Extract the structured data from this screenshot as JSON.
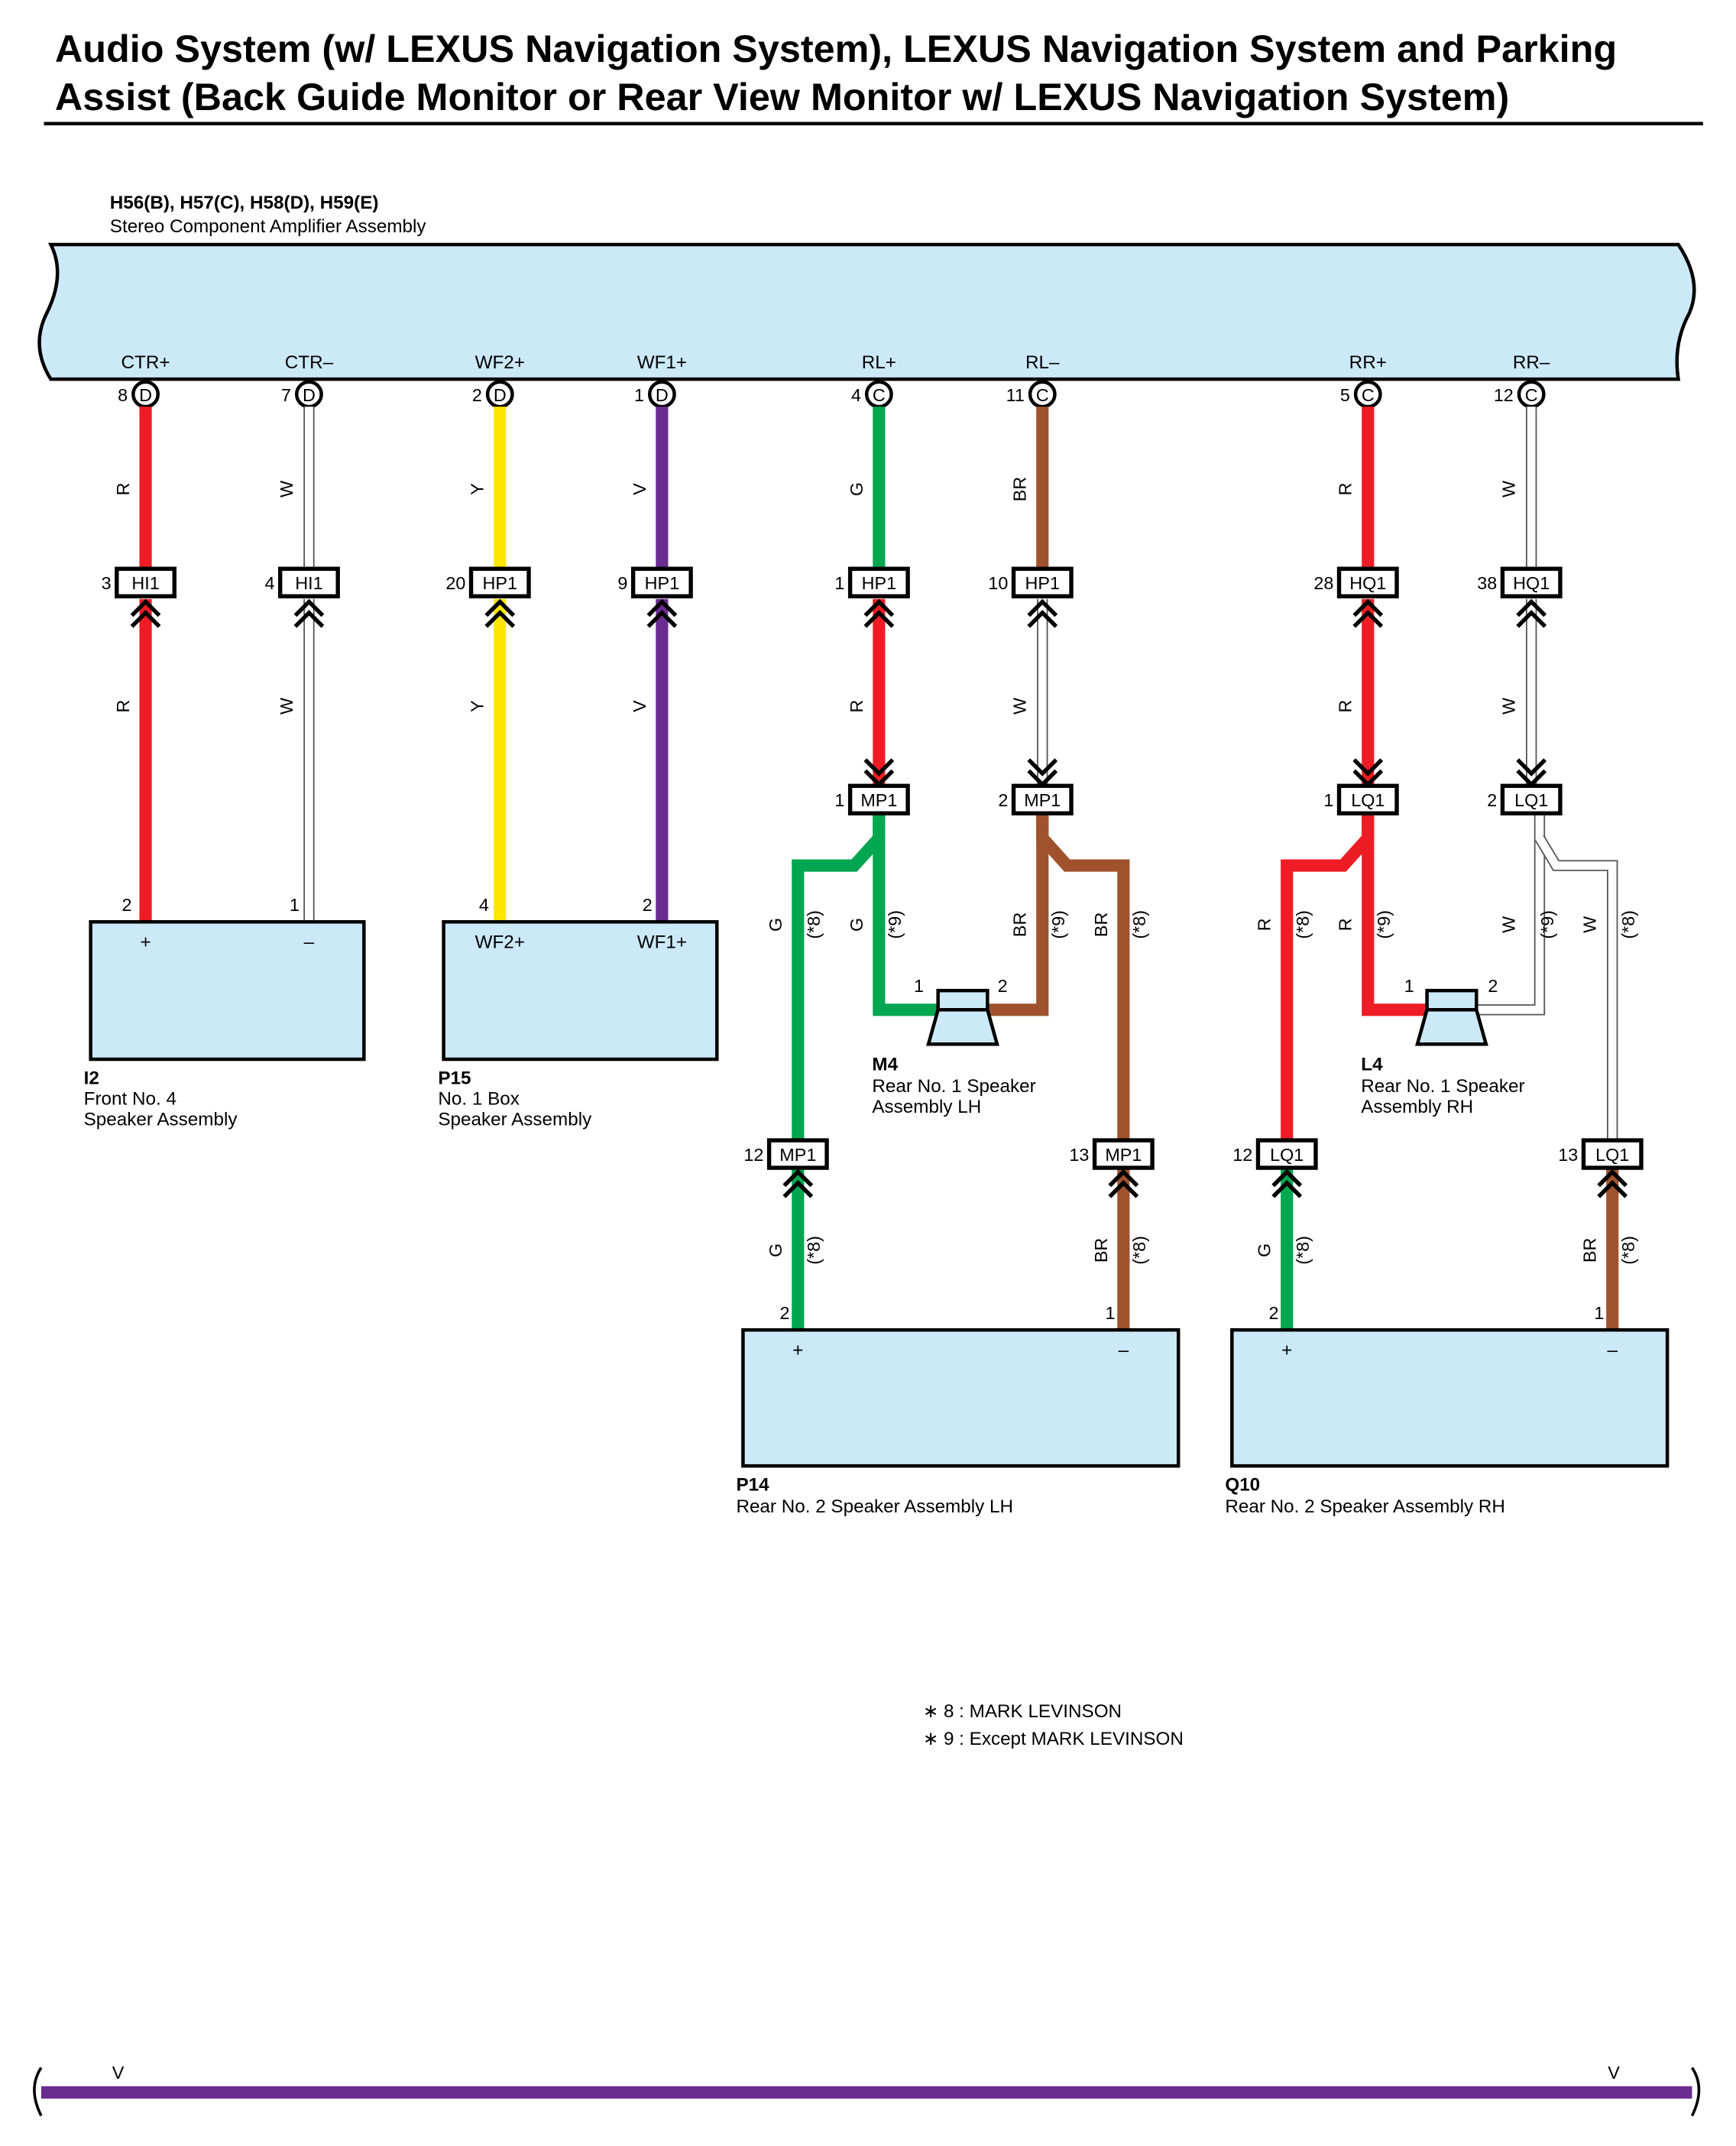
{
  "title": {
    "line1": "Audio System (w/ LEXUS Navigation System), LEXUS Navigation System and Parking",
    "line2": "Assist (Back Guide Monitor or Rear View Monitor w/ LEXUS Navigation System)"
  },
  "colors": {
    "R": "#ee1c24",
    "W": "#ffffff",
    "Y": "#ffe600",
    "V": "#6b2c91",
    "G": "#00a650",
    "BR": "#a0522d",
    "component_fill": "#cce9f8"
  },
  "amplifier": {
    "code": "H56(B), H57(C), H58(D), H59(E)",
    "name": "Stereo Component Amplifier Assembly",
    "terminals": [
      {
        "label": "CTR+",
        "pin": "8",
        "conn": "D",
        "color": "R"
      },
      {
        "label": "CTR–",
        "pin": "7",
        "conn": "D",
        "color": "W"
      },
      {
        "label": "WF2+",
        "pin": "2",
        "conn": "D",
        "color": "Y"
      },
      {
        "label": "WF1+",
        "pin": "1",
        "conn": "D",
        "color": "V"
      },
      {
        "label": "RL+",
        "pin": "4",
        "conn": "C",
        "color": "G"
      },
      {
        "label": "RL–",
        "pin": "11",
        "conn": "C",
        "color": "BR"
      },
      {
        "label": "RR+",
        "pin": "5",
        "conn": "C",
        "color": "R"
      },
      {
        "label": "RR–",
        "pin": "12",
        "conn": "C",
        "color": "W"
      }
    ]
  },
  "junctions": [
    {
      "pin": "3",
      "label": "HI1",
      "upper_color": "R",
      "lower_color": "R"
    },
    {
      "pin": "4",
      "label": "HI1",
      "upper_color": "W",
      "lower_color": "W"
    },
    {
      "pin": "20",
      "label": "HP1",
      "upper_color": "Y",
      "lower_color": "Y"
    },
    {
      "pin": "9",
      "label": "HP1",
      "upper_color": "V",
      "lower_color": "V"
    },
    {
      "pin": "1",
      "label": "HP1",
      "upper_color": "G",
      "lower_color": "R"
    },
    {
      "pin": "10",
      "label": "HP1",
      "upper_color": "BR",
      "lower_color": "W"
    },
    {
      "pin": "28",
      "label": "HQ1",
      "upper_color": "R",
      "lower_color": "R"
    },
    {
      "pin": "38",
      "label": "HQ1",
      "upper_color": "W",
      "lower_color": "W"
    }
  ],
  "mid_connectors": [
    {
      "pin": "1",
      "label": "MP1"
    },
    {
      "pin": "2",
      "label": "MP1"
    },
    {
      "pin": "1",
      "label": "LQ1"
    },
    {
      "pin": "2",
      "label": "LQ1"
    },
    {
      "pin": "12",
      "label": "MP1"
    },
    {
      "pin": "13",
      "label": "MP1"
    },
    {
      "pin": "12",
      "label": "LQ1"
    },
    {
      "pin": "13",
      "label": "LQ1"
    }
  ],
  "branches": {
    "left_g8": {
      "color": "G",
      "note": "(*8)"
    },
    "left_g9": {
      "color": "G",
      "note": "(*9)"
    },
    "left_br9": {
      "color": "BR",
      "note": "(*9)"
    },
    "left_br8": {
      "color": "BR",
      "note": "(*8)"
    },
    "right_r8": {
      "color": "R",
      "note": "(*8)"
    },
    "right_r9": {
      "color": "R",
      "note": "(*9)"
    },
    "right_w9": {
      "color": "W",
      "note": "(*9)"
    },
    "right_w8": {
      "color": "W",
      "note": "(*8)"
    },
    "low_g_left": {
      "color": "G",
      "note": "(*8)"
    },
    "low_br_left": {
      "color": "BR",
      "note": "(*8)"
    },
    "low_g_right": {
      "color": "G",
      "note": "(*8)"
    },
    "low_br_right": {
      "color": "BR",
      "note": "(*8)"
    }
  },
  "components": {
    "i2": {
      "code": "I2",
      "line1": "Front No.  4",
      "line2": "Speaker Assembly",
      "pin_a": "2",
      "pin_b": "1",
      "term_a": "+",
      "term_b": "–"
    },
    "p15": {
      "code": "P15",
      "line1": "No.  1 Box",
      "line2": "Speaker Assembly",
      "pin_a": "4",
      "pin_b": "2",
      "term_a": "WF2+",
      "term_b": "WF1+"
    },
    "m4": {
      "code": "M4",
      "line1": "Rear No.  1 Speaker",
      "line2": "Assembly LH",
      "pin_a": "1",
      "pin_b": "2"
    },
    "l4": {
      "code": "L4",
      "line1": "Rear No.  1 Speaker",
      "line2": "Assembly RH",
      "pin_a": "1",
      "pin_b": "2"
    },
    "p14": {
      "code": "P14",
      "line1": "Rear No.  2 Speaker Assembly LH",
      "pin_a": "2",
      "pin_b": "1",
      "term_a": "+",
      "term_b": "–"
    },
    "q10": {
      "code": "Q10",
      "line1": "Rear No.  2 Speaker Assembly RH",
      "pin_a": "2",
      "pin_b": "1",
      "term_a": "+",
      "term_b": "–"
    }
  },
  "notes": {
    "n8": "∗ 8 : MARK LEVINSON",
    "n9": "∗ 9 : Except MARK LEVINSON"
  },
  "bottom_wire": {
    "color": "V",
    "label_left": "V",
    "label_right": "V"
  }
}
